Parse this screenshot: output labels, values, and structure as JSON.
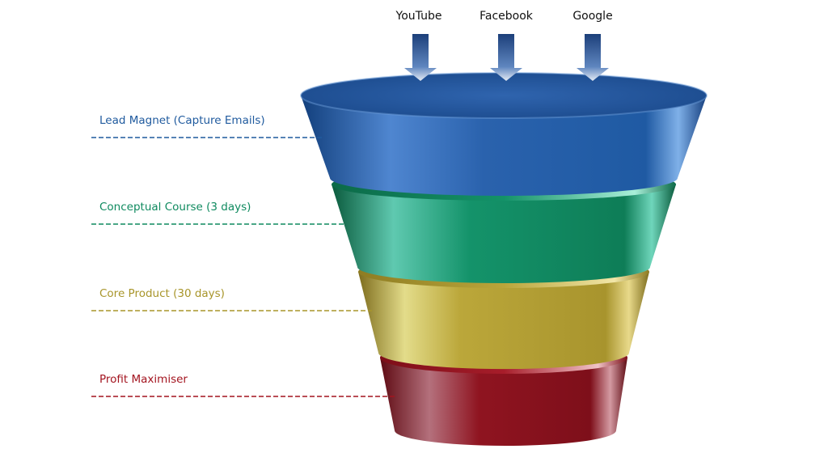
{
  "sources": [
    {
      "label": "YouTube"
    },
    {
      "label": "Facebook"
    },
    {
      "label": "Google"
    }
  ],
  "stages": [
    {
      "label": "Lead Magnet (Capture Emails)",
      "color": "#1f5a9e"
    },
    {
      "label": "Conceptual Course (3 days)",
      "color": "#0f8a5f"
    },
    {
      "label": "Core Product (30 days)",
      "color": "#a8952a"
    },
    {
      "label": "Profit Maximiser",
      "color": "#a3141f"
    }
  ]
}
